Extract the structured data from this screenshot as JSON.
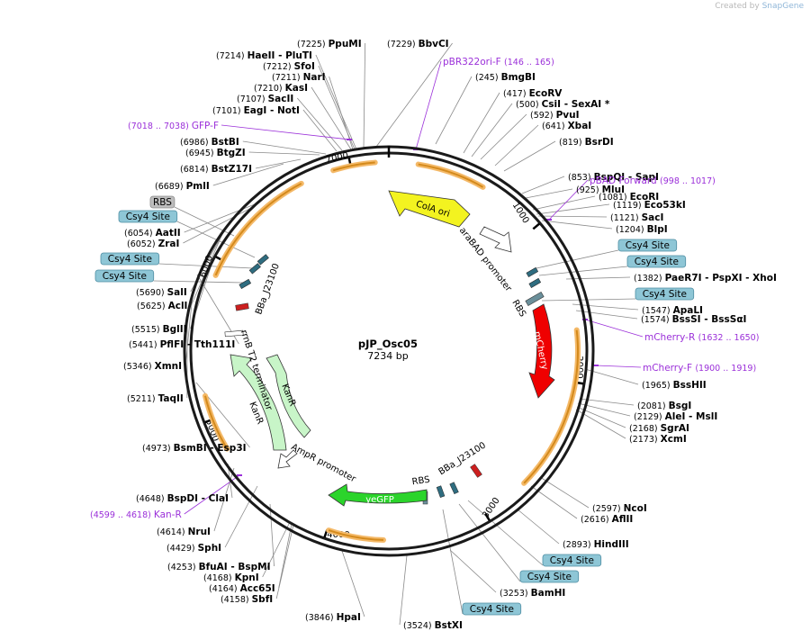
{
  "credit": {
    "prefix": "Created by ",
    "brand": "SnapGene"
  },
  "plasmid": {
    "name": "pJP_Osc05",
    "size_label": "7234 bp",
    "length": 7234
  },
  "ticks": [
    {
      "pos": 1000,
      "label": "1000"
    },
    {
      "pos": 2000,
      "label": "2000"
    },
    {
      "pos": 3000,
      "label": "3000"
    },
    {
      "pos": 4000,
      "label": "4000"
    },
    {
      "pos": 5000,
      "label": "5000"
    },
    {
      "pos": 6000,
      "label": "6000"
    },
    {
      "pos": 7000,
      "label": "7000"
    }
  ],
  "features": [
    {
      "name": "ColA ori",
      "type": "ori",
      "color": "#f3f320"
    },
    {
      "name": "araBAD promoter",
      "type": "promoter",
      "color": "#ffffff"
    },
    {
      "name": "RBS",
      "type": "rbs",
      "color": "#6a8f9a"
    },
    {
      "name": "mCherry",
      "type": "cds",
      "color": "#ef0000"
    },
    {
      "name": "BBa_J23100",
      "type": "promoter",
      "color": "#2f6d80"
    },
    {
      "name": "RBS",
      "type": "rbs",
      "color": "#6a8f9a"
    },
    {
      "name": "yeGFP",
      "type": "cds",
      "color": "#2bd42b"
    },
    {
      "name": "AmpR promoter",
      "type": "promoter",
      "color": "#ffffff"
    },
    {
      "name": "KanR",
      "type": "cds",
      "color": "#c8f5c8"
    },
    {
      "name": "KanR",
      "type": "cds",
      "color": "#c8f5c8"
    },
    {
      "name": "rrnB T2 terminator",
      "type": "terminator",
      "color": "#ffffff"
    },
    {
      "name": "BBa_J23100",
      "type": "promoter",
      "color": "#2f6d80"
    }
  ],
  "site_labels": [
    {
      "pos": "(7225)",
      "name": "PpuMI"
    },
    {
      "pos": "(7229)",
      "name": "BbvCI"
    },
    {
      "pos": "(7214)",
      "name": "HaeII",
      "extra": "PluTI"
    },
    {
      "pos": "(7212)",
      "name": "SfoI"
    },
    {
      "pos": "(7211)",
      "name": "NarI"
    },
    {
      "pos": "(7210)",
      "name": "KasI"
    },
    {
      "pos": "(7107)",
      "name": "SacII"
    },
    {
      "pos": "(7101)",
      "name": "EagI",
      "extra": "NotI"
    },
    {
      "pos": "(6986)",
      "name": "BstBI"
    },
    {
      "pos": "(6945)",
      "name": "BtgZI"
    },
    {
      "pos": "(6814)",
      "name": "BstZ17I"
    },
    {
      "pos": "(6689)",
      "name": "PmlI"
    },
    {
      "pos": "(6054)",
      "name": "AatII"
    },
    {
      "pos": "(6052)",
      "name": "ZraI"
    },
    {
      "pos": "(5690)",
      "name": "SalI"
    },
    {
      "pos": "(5625)",
      "name": "AclI"
    },
    {
      "pos": "(5515)",
      "name": "BglII"
    },
    {
      "pos": "(5441)",
      "name": "PflFI",
      "extra": "Tth111I"
    },
    {
      "pos": "(5346)",
      "name": "XmnI"
    },
    {
      "pos": "(5211)",
      "name": "TaqII"
    },
    {
      "pos": "(4973)",
      "name": "BsmBI",
      "extra": "Esp3I"
    },
    {
      "pos": "(4648)",
      "name": "BspDI",
      "extra": "ClaI"
    },
    {
      "pos": "(4614)",
      "name": "NruI"
    },
    {
      "pos": "(4429)",
      "name": "SphI"
    },
    {
      "pos": "(4253)",
      "name": "BfuAI",
      "extra": "BspMI"
    },
    {
      "pos": "(4168)",
      "name": "KpnI"
    },
    {
      "pos": "(4164)",
      "name": "Acc65I"
    },
    {
      "pos": "(4158)",
      "name": "SbfI"
    },
    {
      "pos": "(3846)",
      "name": "HpaI"
    },
    {
      "pos": "(3524)",
      "name": "BstXI"
    },
    {
      "pos": "(3253)",
      "name": "BamHI"
    },
    {
      "pos": "(2893)",
      "name": "HindIII"
    },
    {
      "pos": "(2616)",
      "name": "AflII"
    },
    {
      "pos": "(2597)",
      "name": "NcoI"
    },
    {
      "pos": "(2173)",
      "name": "XcmI"
    },
    {
      "pos": "(2168)",
      "name": "SgrAI"
    },
    {
      "pos": "(2129)",
      "name": "AleI",
      "extra": "MslI"
    },
    {
      "pos": "(2081)",
      "name": "BsgI"
    },
    {
      "pos": "(1965)",
      "name": "BssHII"
    },
    {
      "pos": "(1574)",
      "name": "BssSI",
      "extra": "BssSαI"
    },
    {
      "pos": "(1547)",
      "name": "ApaLI"
    },
    {
      "pos": "(1382)",
      "name": "PaeR7I",
      "extra": "PspXI",
      "extra2": "XhoI"
    },
    {
      "pos": "(1204)",
      "name": "BlpI"
    },
    {
      "pos": "(1121)",
      "name": "SacI"
    },
    {
      "pos": "(1119)",
      "name": "Eco53kI"
    },
    {
      "pos": "(1081)",
      "name": "EcoRI"
    },
    {
      "pos": "(925)",
      "name": "MluI"
    },
    {
      "pos": "(853)",
      "name": "BspQI",
      "extra": "SapI"
    },
    {
      "pos": "(819)",
      "name": "BsrDI"
    },
    {
      "pos": "(641)",
      "name": "XbaI"
    },
    {
      "pos": "(592)",
      "name": "PvuI"
    },
    {
      "pos": "(500)",
      "name": "CsiI",
      "extra": "SexAI *"
    },
    {
      "pos": "(417)",
      "name": "EcoRV"
    },
    {
      "pos": "(245)",
      "name": "BmgBI"
    }
  ],
  "primers": [
    {
      "name": "pBR322ori-F",
      "range": "(146 .. 165)"
    },
    {
      "name": "GFP-F",
      "range": "(7018 .. 7038)"
    },
    {
      "name": "pBAD Forward",
      "range": "(998 .. 1017)"
    },
    {
      "name": "mCherry-R",
      "range": "(1632 .. 1650)"
    },
    {
      "name": "mCherry-F",
      "range": "(1900 .. 1919)"
    },
    {
      "name": "Kan-R",
      "range": "(4599 .. 4618)"
    }
  ],
  "boxes": [
    {
      "text": "RBS",
      "style": "grey"
    },
    {
      "text": "Csy4 Site",
      "style": "blue"
    },
    {
      "text": "Csy4 Site",
      "style": "blue"
    },
    {
      "text": "Csy4 Site",
      "style": "blue"
    },
    {
      "text": "Csy4 Site",
      "style": "blue"
    },
    {
      "text": "Csy4 Site",
      "style": "blue"
    },
    {
      "text": "Csy4 Site",
      "style": "blue"
    },
    {
      "text": "Csy4 Site",
      "style": "blue"
    },
    {
      "text": "Csy4 Site",
      "style": "blue"
    },
    {
      "text": "Csy4 Site",
      "style": "blue"
    }
  ]
}
